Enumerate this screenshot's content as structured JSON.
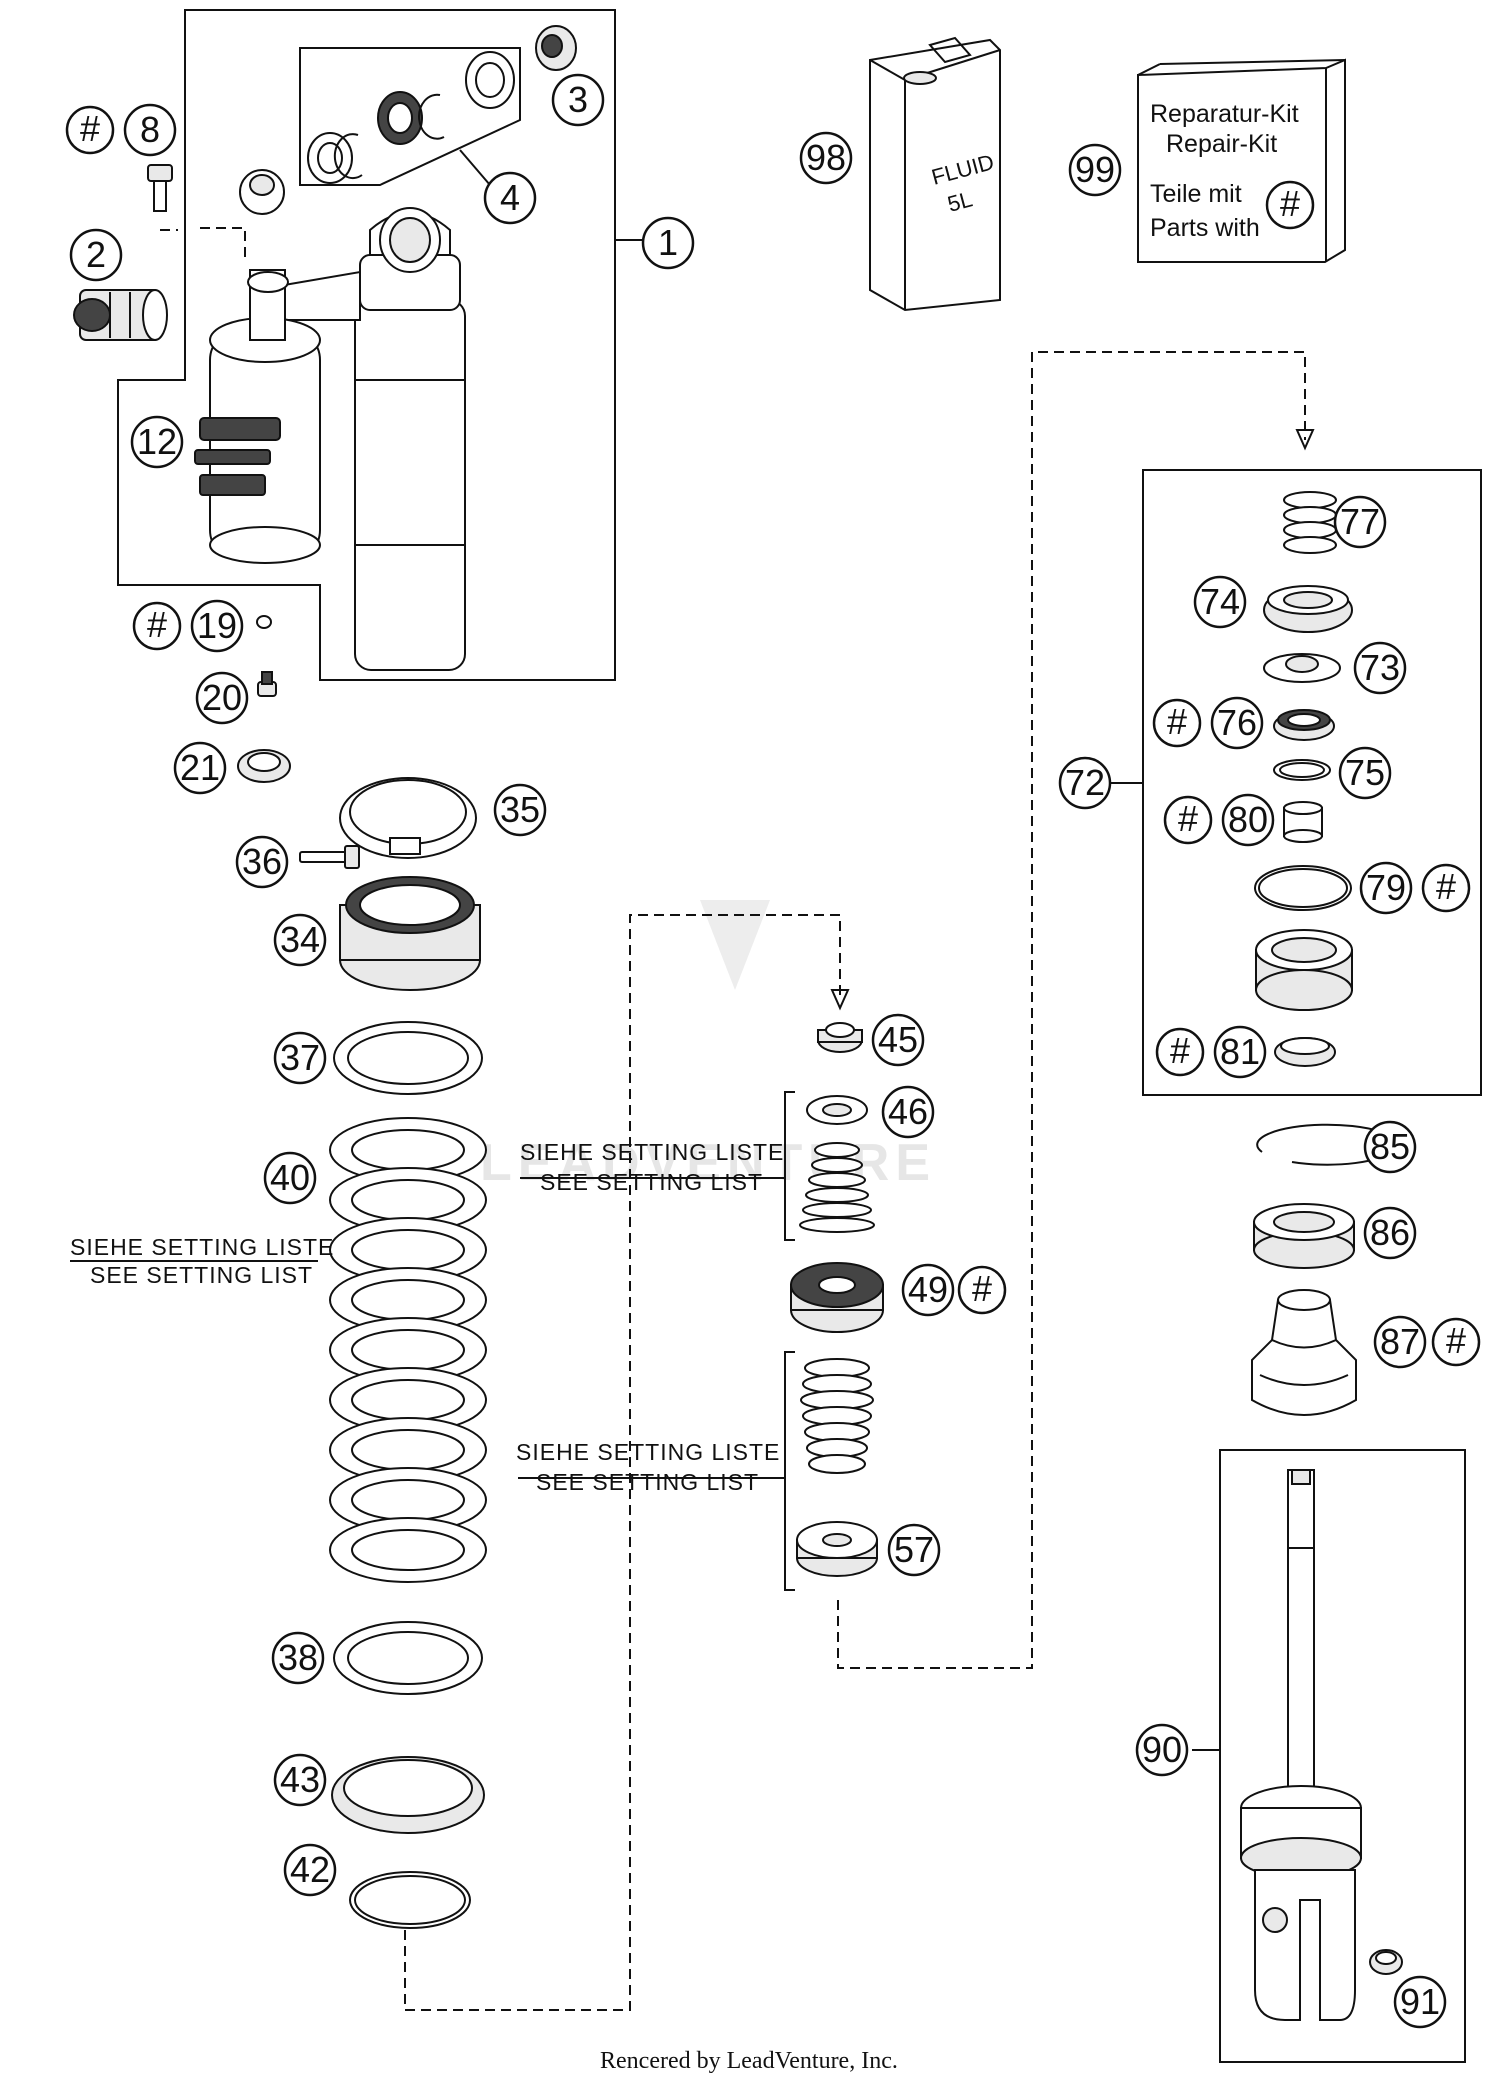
{
  "diagram": {
    "callouts": [
      {
        "id": "c1",
        "label": "1"
      },
      {
        "id": "c2",
        "label": "2"
      },
      {
        "id": "c3",
        "label": "3"
      },
      {
        "id": "c4",
        "label": "4"
      },
      {
        "id": "c8",
        "label": "8"
      },
      {
        "id": "c12",
        "label": "12"
      },
      {
        "id": "c19",
        "label": "19"
      },
      {
        "id": "c20",
        "label": "20"
      },
      {
        "id": "c21",
        "label": "21"
      },
      {
        "id": "c34",
        "label": "34"
      },
      {
        "id": "c35",
        "label": "35"
      },
      {
        "id": "c36",
        "label": "36"
      },
      {
        "id": "c37",
        "label": "37"
      },
      {
        "id": "c38",
        "label": "38"
      },
      {
        "id": "c40",
        "label": "40"
      },
      {
        "id": "c42",
        "label": "42"
      },
      {
        "id": "c43",
        "label": "43"
      },
      {
        "id": "c45",
        "label": "45"
      },
      {
        "id": "c46",
        "label": "46"
      },
      {
        "id": "c49",
        "label": "49"
      },
      {
        "id": "c57",
        "label": "57"
      },
      {
        "id": "c72",
        "label": "72"
      },
      {
        "id": "c73",
        "label": "73"
      },
      {
        "id": "c74",
        "label": "74"
      },
      {
        "id": "c75",
        "label": "75"
      },
      {
        "id": "c76",
        "label": "76"
      },
      {
        "id": "c77",
        "label": "77"
      },
      {
        "id": "c79",
        "label": "79"
      },
      {
        "id": "c80",
        "label": "80"
      },
      {
        "id": "c81",
        "label": "81"
      },
      {
        "id": "c85",
        "label": "85"
      },
      {
        "id": "c86",
        "label": "86"
      },
      {
        "id": "c87",
        "label": "87"
      },
      {
        "id": "c90",
        "label": "90"
      },
      {
        "id": "c91",
        "label": "91"
      },
      {
        "id": "c98",
        "label": "98"
      },
      {
        "id": "c99",
        "label": "99"
      }
    ],
    "kit_marker": "#",
    "setting_labels": {
      "de": "SIEHE SETTING LISTE",
      "en": "SEE SETTING LIST"
    },
    "kit_box": {
      "line1": "Reparatur-Kit",
      "line2": "Repair-Kit",
      "line3": "Teile mit",
      "line4": "Parts with"
    },
    "fluid_can": {
      "line1": "FLUID",
      "line2": "5L"
    },
    "watermark": "LEADVENTURE",
    "footer": "Rencered by LeadVenture, Inc."
  }
}
